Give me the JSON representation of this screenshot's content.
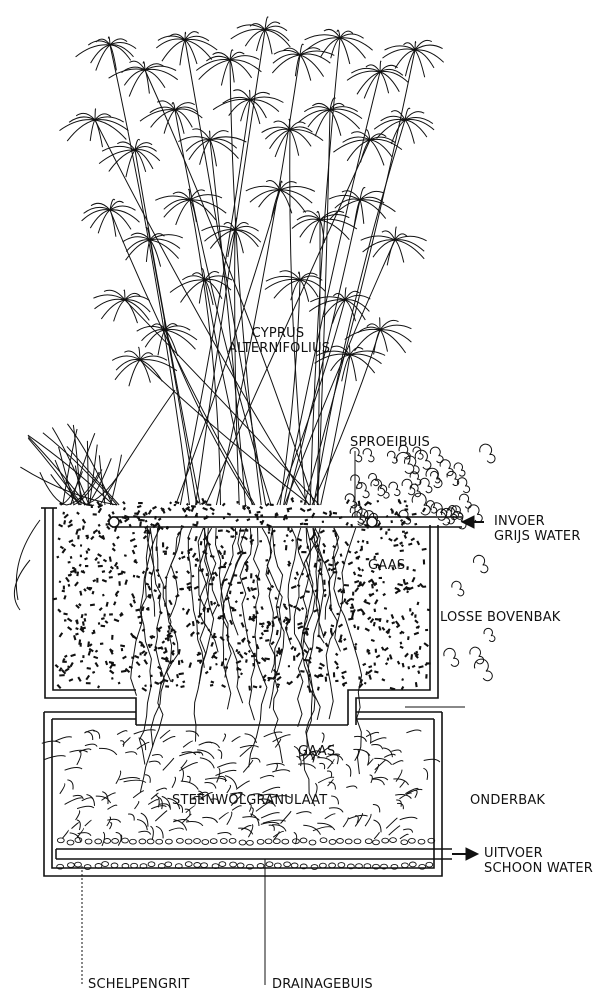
{
  "labels": {
    "plant": {
      "line1": "CYPRUS",
      "line2": "ALTERNIFOLIUS"
    },
    "spray_pipe": "SPROEIBUIS",
    "input": {
      "line1": "INVOER",
      "line2": "GRIJS WATER"
    },
    "gauze_top": "GAAS",
    "upper_tank": "LOSSE BOVENBAK",
    "gauze_bottom": "GAAS",
    "granulate": "STEENWOLGRANULAAT",
    "lower_tank": "ONDERBAK",
    "output": {
      "line1": "UITVOER",
      "line2": "SCHOON WATER"
    },
    "shell_grit": "SCHELPENGRIT",
    "drain_pipe": "DRAINAGEBUIS"
  },
  "colors": {
    "ink": "#111111",
    "paper": "#ffffff"
  }
}
